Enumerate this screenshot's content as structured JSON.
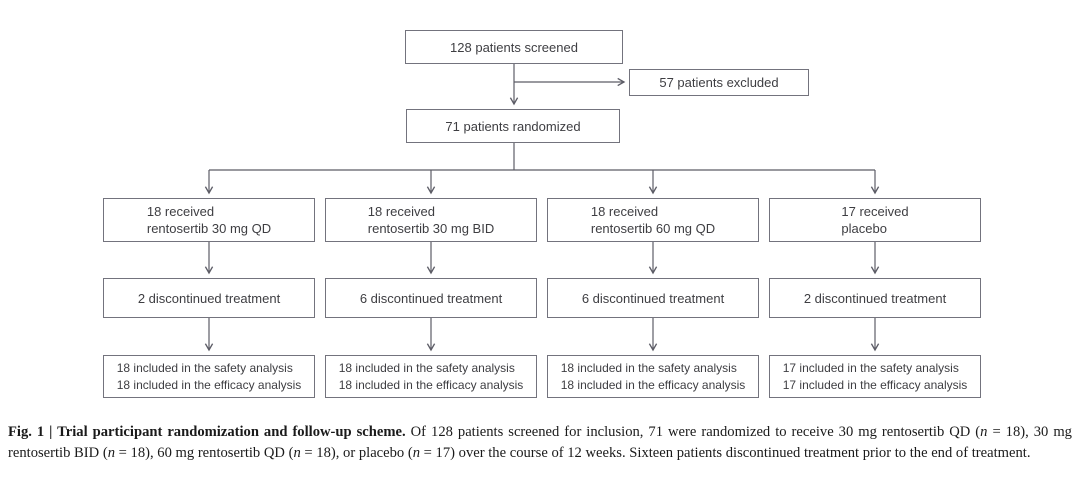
{
  "figure": {
    "flow": {
      "screened": "128 patients screened",
      "excluded": "57 patients excluded",
      "randomized": "71 patients randomized",
      "arms": [
        {
          "received_line1": "18 received",
          "received_line2": "rentosertib 30 mg QD",
          "discontinued": "2 discontinued treatment",
          "safety": "18 included in the safety analysis",
          "efficacy": "18 included in the efficacy analysis"
        },
        {
          "received_line1": "18 received",
          "received_line2": "rentosertib 30 mg BID",
          "discontinued": "6 discontinued treatment",
          "safety": "18 included in the safety analysis",
          "efficacy": "18 included in the efficacy analysis"
        },
        {
          "received_line1": "18 received",
          "received_line2": "rentosertib 60 mg QD",
          "discontinued": "6 discontinued treatment",
          "safety": "18 included in the safety analysis",
          "efficacy": "18 included in the efficacy analysis"
        },
        {
          "received_line1": "17 received",
          "received_line2": "placebo",
          "discontinued": "2 discontinued treatment",
          "safety": "17 included in the safety analysis",
          "efficacy": "17 included in the efficacy analysis"
        }
      ]
    },
    "caption": {
      "segments": [
        {
          "style": "bold",
          "text": "Fig. 1 | Trial participant randomization and follow-up scheme. "
        },
        {
          "style": "normal",
          "text": "Of 128 patients screened for inclusion, 71 were randomized to receive 30 mg rentosertib QD ("
        },
        {
          "style": "italic",
          "text": "n"
        },
        {
          "style": "normal",
          "text": " = 18), 30 mg rentosertib BID ("
        },
        {
          "style": "italic",
          "text": "n"
        },
        {
          "style": "normal",
          "text": " = 18), 60 mg rentosertib QD ("
        },
        {
          "style": "italic",
          "text": "n"
        },
        {
          "style": "normal",
          "text": " = 18), or placebo ("
        },
        {
          "style": "italic",
          "text": "n"
        },
        {
          "style": "normal",
          "text": " = 17) over the course of 12 weeks. Sixteen patients discontinued treatment prior to the end of treatment."
        }
      ]
    },
    "colors": {
      "border": "#73737d",
      "line": "#5c5c66",
      "box_text": "#3e3e42",
      "caption_text": "#1a1a1a"
    }
  }
}
